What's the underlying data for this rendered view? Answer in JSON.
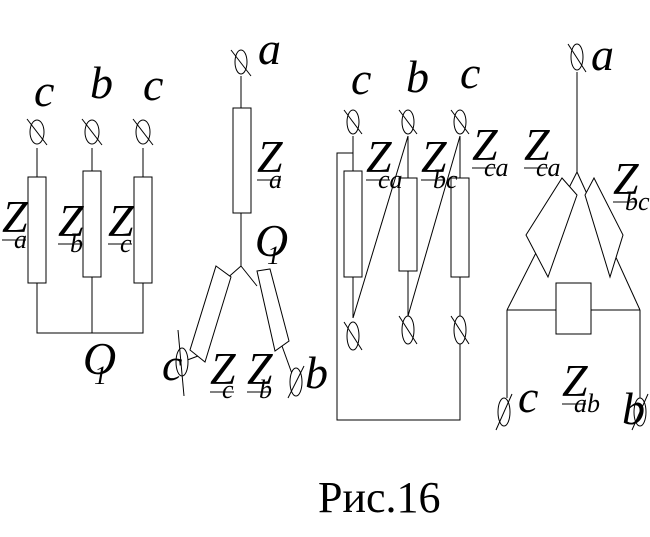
{
  "caption": "Рис.16",
  "diagram1": {
    "terminals": [
      "c",
      "b",
      "c"
    ],
    "impedances": [
      {
        "symbol": "Z",
        "subscript": "a"
      },
      {
        "symbol": "Z",
        "subscript": "b"
      },
      {
        "symbol": "Z",
        "subscript": "c"
      }
    ],
    "neutral": {
      "symbol": "O",
      "subscript": "1"
    }
  },
  "diagram2": {
    "terminals": [
      "a",
      "c",
      "b"
    ],
    "impedances": [
      {
        "symbol": "Z",
        "subscript": "a"
      },
      {
        "symbol": "Z",
        "subscript": "c"
      },
      {
        "symbol": "Z",
        "subscript": "b"
      }
    ],
    "neutral": {
      "symbol": "O",
      "subscript": "1"
    }
  },
  "diagram3": {
    "terminals": [
      "c",
      "b",
      "c"
    ],
    "impedances": [
      {
        "symbol": "Z",
        "subscript": "ca"
      },
      {
        "symbol": "Z",
        "subscript": "bc"
      },
      {
        "symbol": "Z",
        "subscript": "ca"
      }
    ]
  },
  "diagram4": {
    "terminals": [
      "a",
      "c",
      "b"
    ],
    "impedances": [
      {
        "symbol": "Z",
        "subscript": "ca"
      },
      {
        "symbol": "Z",
        "subscript": "ab"
      },
      {
        "symbol": "Z",
        "subscript": "bc"
      }
    ]
  }
}
